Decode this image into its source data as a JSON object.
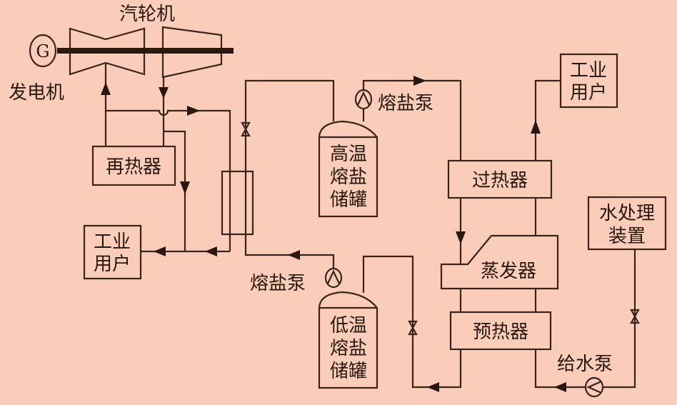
{
  "diagram": {
    "background": "#f9cdb9",
    "line_color": "#3a241a",
    "labels": {
      "turbine": "汽轮机",
      "generator_symbol": "G",
      "generator": "发电机",
      "reheater": "再热器",
      "industrial_user_left_1": "工业",
      "industrial_user_left_2": "用户",
      "industrial_user_right_1": "工业",
      "industrial_user_right_2": "用户",
      "hot_tank_1": "高温",
      "hot_tank_2": "熔盐",
      "hot_tank_3": "储罐",
      "cold_tank_1": "低温",
      "cold_tank_2": "熔盐",
      "cold_tank_3": "储罐",
      "hot_pump": "熔盐泵",
      "cold_pump": "熔盐泵",
      "superheater": "过热器",
      "evaporator": "蒸发器",
      "preheater": "预热器",
      "water_treatment_1": "水处理",
      "water_treatment_2": "装置",
      "feed_pump": "给水泵"
    }
  }
}
